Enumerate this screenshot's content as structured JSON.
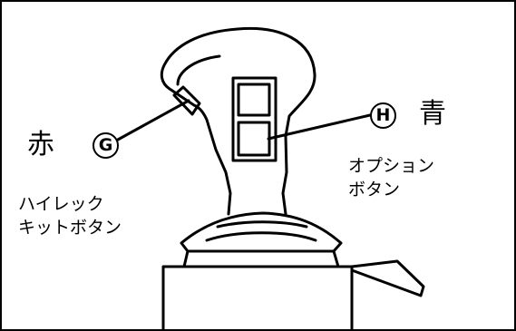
{
  "labels": {
    "red": "赤",
    "g_marker": "G",
    "blue": "青",
    "h_marker": "H",
    "hi_lec_kit_line1": "ハイレック",
    "hi_lec_kit_line2": "キットボタン",
    "option_line1": "オプション",
    "option_line2": "ボタン"
  },
  "colors": {
    "line": "#000000",
    "background": "#ffffff"
  }
}
